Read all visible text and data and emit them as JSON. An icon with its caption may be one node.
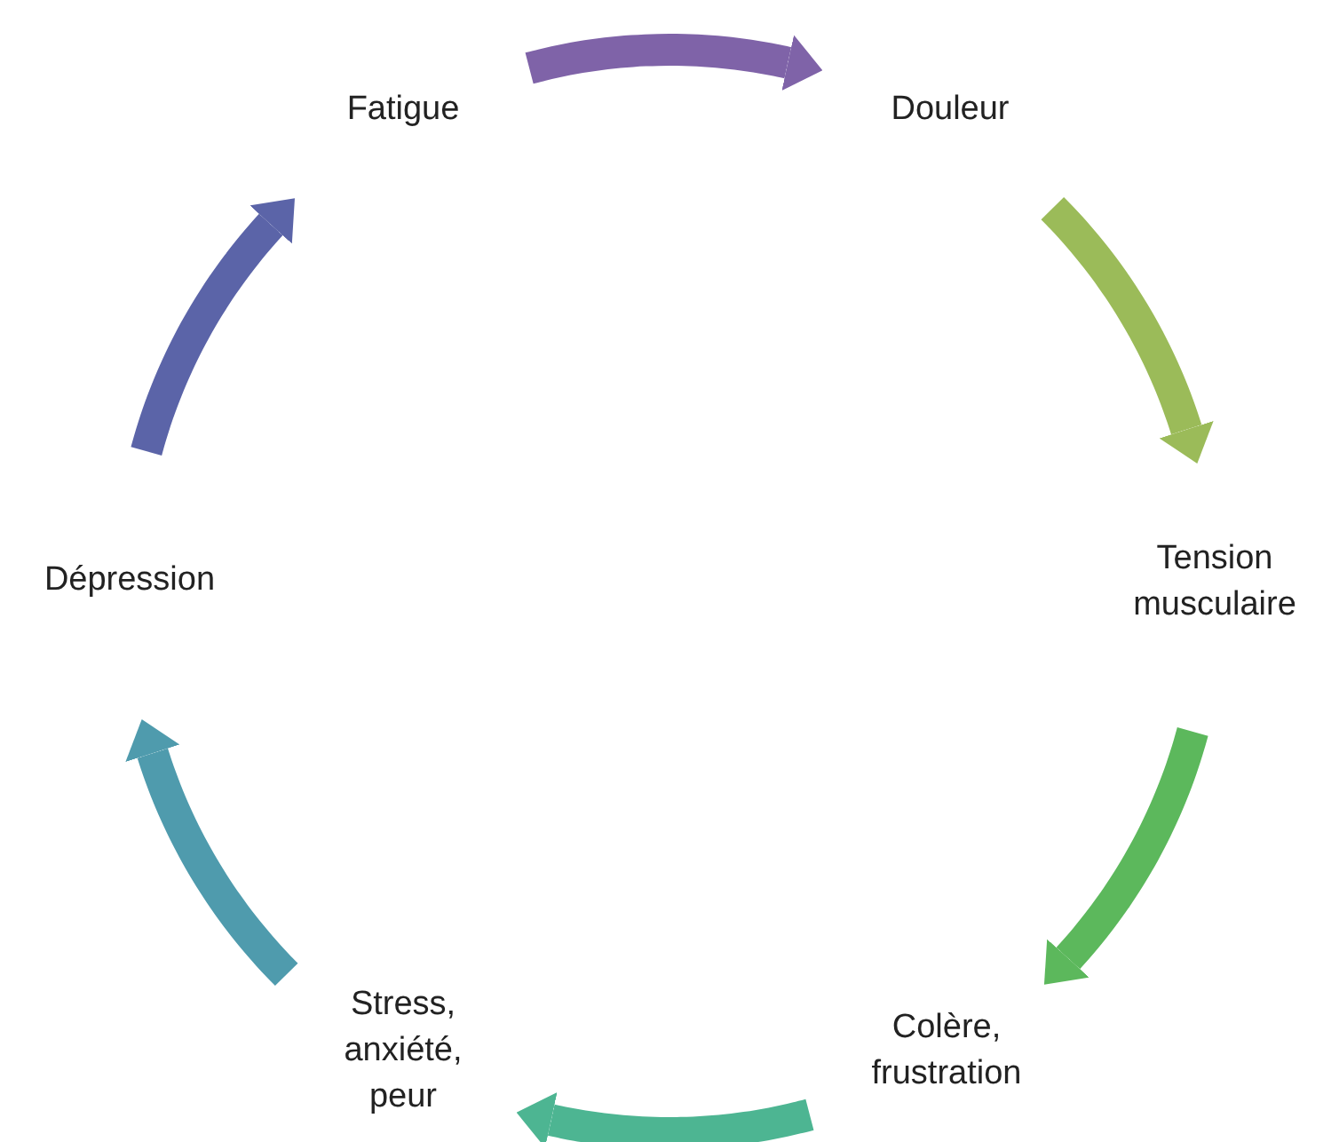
{
  "diagram": {
    "nodes": [
      {
        "text": [
          "Fatigue"
        ]
      },
      {
        "text": [
          "Douleur"
        ]
      },
      {
        "text": [
          "Tension musculaire"
        ]
      },
      {
        "text": [
          "Colère, frustration"
        ]
      },
      {
        "text": [
          "Stress, anxiété, peur"
        ]
      },
      {
        "text": [
          "Dépression"
        ]
      }
    ],
    "edges": [
      {
        "from": 0,
        "to": 1,
        "arrow": "to",
        "color": "#7f63a8"
      },
      {
        "from": 1,
        "to": 2,
        "arrow": "to",
        "color": "#9bbb59"
      },
      {
        "from": 2,
        "to": 3,
        "arrow": "to",
        "color": "#5cb85c"
      },
      {
        "from": 3,
        "to": 4,
        "arrow": "to",
        "color": "#4db592"
      },
      {
        "from": 4,
        "to": 5,
        "arrow": "to",
        "color": "#4f9bad"
      },
      {
        "from": 5,
        "to": 0,
        "arrow": "to",
        "color": "#5b64a8"
      }
    ]
  }
}
